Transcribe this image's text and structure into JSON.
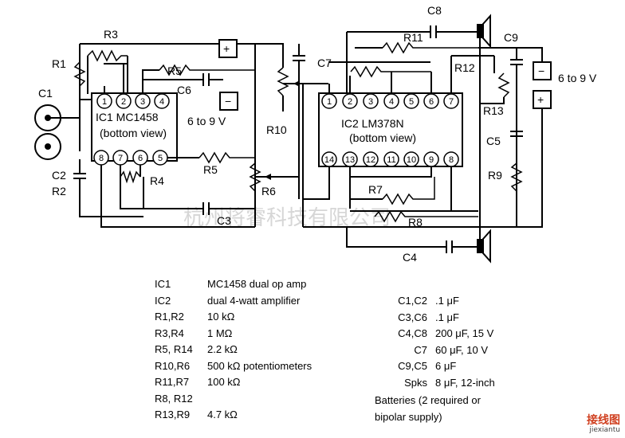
{
  "schematic": {
    "labels": {
      "r3": "R3",
      "r1": "R1",
      "c1": "C1",
      "r5a": "R5",
      "c6": "C6",
      "ic1_title": "IC1 MC1458",
      "ic1_view": "(bottom view)",
      "supply_left": "6 to 9 V",
      "plus": "+",
      "minus": "−",
      "c2": "C2",
      "r2": "R2",
      "r4": "R4",
      "r5b": "R5",
      "r6": "R6",
      "c3": "C3",
      "r10": "R10",
      "c7": "C7",
      "c8": "C8",
      "r11": "R11",
      "r12": "R12",
      "ic2_title": "IC2   LM378N",
      "ic2_view": "(bottom view)",
      "c9": "C9",
      "supply_right": "6 to 9 V",
      "r13": "R13",
      "c5": "C5",
      "r9": "R9",
      "r7": "R7",
      "r8": "R8",
      "c4": "C4"
    },
    "ic1_pins_top": [
      "1",
      "2",
      "3",
      "4"
    ],
    "ic1_pins_bottom": [
      "8",
      "7",
      "6",
      "5"
    ],
    "ic2_pins_top": [
      "1",
      "2",
      "3",
      "4",
      "5",
      "6",
      "7"
    ],
    "ic2_pins_bottom": [
      "14",
      "13",
      "12",
      "11",
      "10",
      "9",
      "8"
    ],
    "watermark": "杭州将睿科技有限公司"
  },
  "parts_list": [
    {
      "ref": "IC1",
      "value": "MC1458 dual op amp"
    },
    {
      "ref": "IC2",
      "value": "dual 4-watt amplifier"
    },
    {
      "ref": "R1,R2",
      "value": "10 kΩ"
    },
    {
      "ref": "R3,R4",
      "value": "1 MΩ"
    },
    {
      "ref": "R5, R14",
      "value": "2.2 kΩ"
    },
    {
      "ref": "R10,R6",
      "value": "500 kΩ potentiometers"
    },
    {
      "ref": "R11,R7",
      "value": "100 kΩ"
    },
    {
      "ref": "R8, R12",
      "value": ""
    },
    {
      "ref": "R13,R9",
      "value": "4.7 kΩ"
    }
  ],
  "cap_list": [
    {
      "ref": "C1,C2",
      "value": ".1 μF"
    },
    {
      "ref": "C3,C6",
      "value": ".1 μF"
    },
    {
      "ref": "C4,C8",
      "value": "200 μF, 15 V"
    },
    {
      "ref": "C7",
      "value": "60 μF, 10 V"
    },
    {
      "ref": "C9,C5",
      "value": "6 μF"
    },
    {
      "ref": "Spks",
      "value": "8 μF, 12-inch"
    }
  ],
  "batteries_note_1": "Batteries (2 required or",
  "batteries_note_2": "bipolar supply)",
  "corner_brand": "接线图",
  "corner_site": "jiexiantu"
}
